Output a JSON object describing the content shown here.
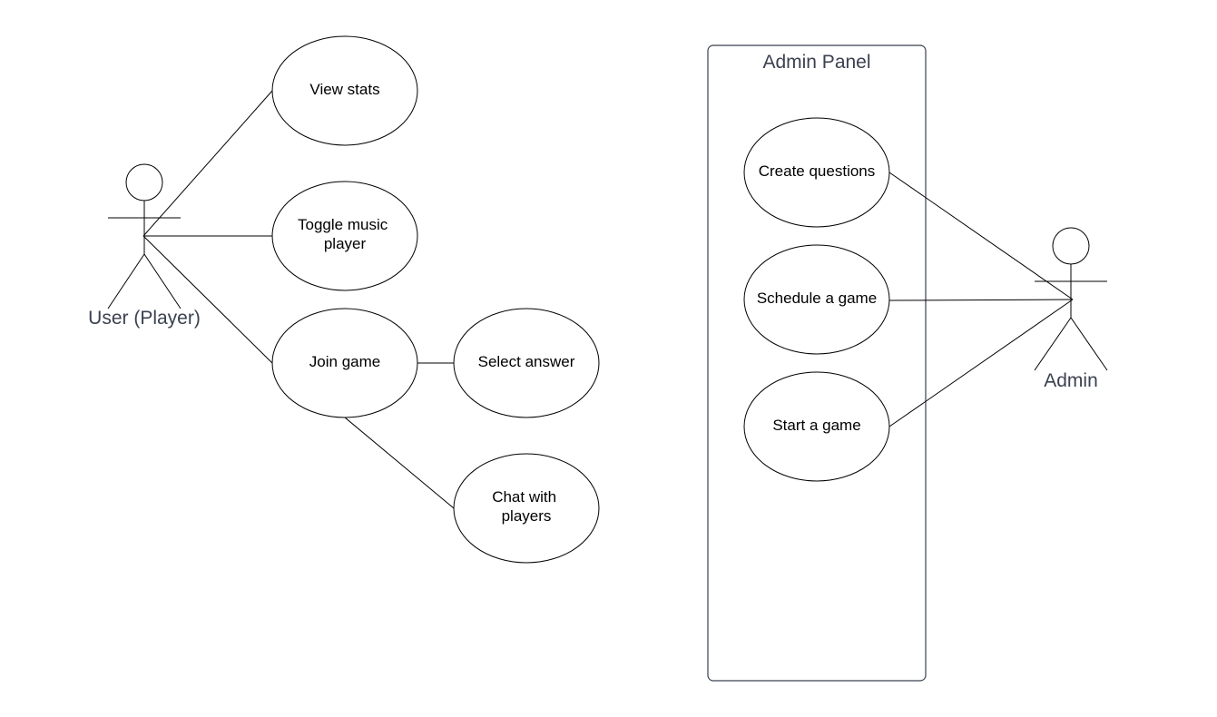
{
  "actors": {
    "user": {
      "label": "User (Player)"
    },
    "admin": {
      "label": "Admin"
    }
  },
  "system_boundary": {
    "title": "Admin Panel"
  },
  "use_cases": {
    "view_stats": [
      "View stats"
    ],
    "toggle_music": [
      "Toggle music",
      "player"
    ],
    "join_game": [
      "Join game"
    ],
    "select_answer": [
      "Select answer"
    ],
    "chat_with_players": [
      "Chat with",
      "players"
    ],
    "create_questions": [
      "Create questions"
    ],
    "schedule_game": [
      "Schedule a game"
    ],
    "start_game": [
      "Start a game"
    ]
  },
  "colors": {
    "stroke": "#000000",
    "actor_text": "#3a4150",
    "boundary_stroke": "#3a4150"
  }
}
